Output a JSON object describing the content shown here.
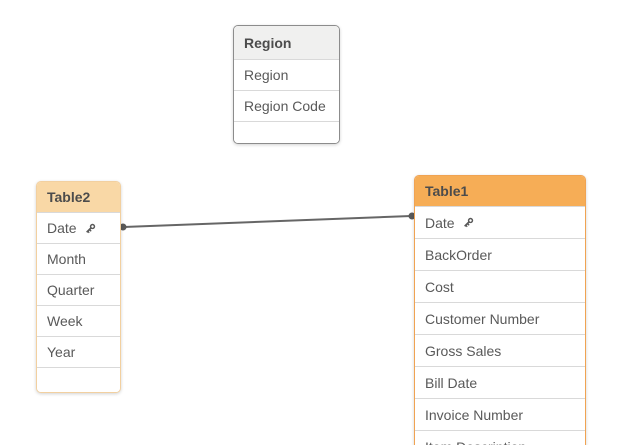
{
  "tables": [
    {
      "title": "Region",
      "fields": [
        {
          "label": "Region",
          "key": false
        },
        {
          "label": "Region Code",
          "key": false
        }
      ],
      "empty_row": true,
      "header_color": "#f0f0ef",
      "header_text_color": "#4c4c4c",
      "border_color": "#8c8c8c"
    },
    {
      "title": "Table2",
      "fields": [
        {
          "label": "Date",
          "key": true
        },
        {
          "label": "Month",
          "key": false
        },
        {
          "label": "Quarter",
          "key": false
        },
        {
          "label": "Week",
          "key": false
        },
        {
          "label": "Year",
          "key": false
        }
      ],
      "empty_row": true,
      "header_color": "#f9d8a6",
      "header_text_color": "#4c4c4c",
      "border_color": "#f2d0a0"
    },
    {
      "title": "Table1",
      "fields": [
        {
          "label": "Date",
          "key": true
        },
        {
          "label": "BackOrder",
          "key": false
        },
        {
          "label": "Cost",
          "key": false
        },
        {
          "label": "Customer Number",
          "key": false
        },
        {
          "label": "Gross Sales",
          "key": false
        },
        {
          "label": "Bill Date",
          "key": false
        },
        {
          "label": "Invoice Number",
          "key": false
        },
        {
          "label": "Item Description",
          "key": false
        }
      ],
      "empty_row": false,
      "header_color": "#f6ad56",
      "header_text_color": "#4c4c4c",
      "border_color": "#f0a352"
    }
  ],
  "connector": {
    "from_table": "Table2",
    "from_field": "Date",
    "to_table": "Table1",
    "to_field": "Date",
    "line_color": "#666666",
    "endpoint_color": "#595959"
  },
  "colors": {
    "canvas_background": "#ffffff",
    "field_text": "#595959",
    "row_separator": "#d9d9d9",
    "key_icon_color": "#595959"
  }
}
